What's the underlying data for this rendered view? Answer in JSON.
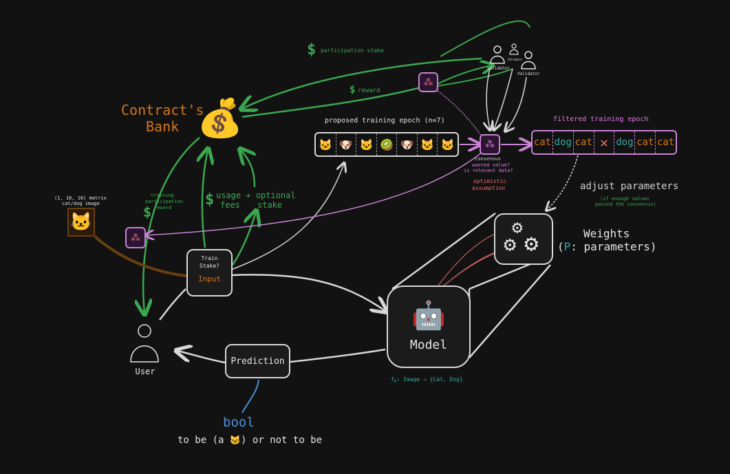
{
  "bank": {
    "line1": "Contract's",
    "line2": "Bank"
  },
  "labels": {
    "participation_stake": "participation stake",
    "reward": "reward",
    "proposed_epoch": "proposed training epoch (n=7)",
    "filtered_epoch": "filtered training epoch",
    "consensus": "consensus",
    "wanted_value": "wanted value?",
    "relevant_data": "is relevant data?",
    "optimistic1": "optimistic",
    "optimistic2": "assumption",
    "adjust": "adjust parameters",
    "adjust_note1": "(if enough values",
    "adjust_note2": "passed the consensus)",
    "weights1": "Weights",
    "weights2a": "(",
    "weights2p": "P",
    "weights2b": ": parameters)",
    "matrix1": "(1, 16, 16) matrix",
    "matrix2": "cat/dog image",
    "tpr1": "training",
    "tpr2": "participation",
    "tpr3": "reward",
    "usage1": "usage + optional",
    "usage2a": "fees",
    "usage2b": "stake",
    "train1": "Train",
    "train2": "Stake?",
    "input": "Input",
    "model": "Model",
    "prediction": "Prediction",
    "user": "User",
    "fp_a": "f",
    "fp_sub": "P",
    "fp_b": ": Image → {Cat, Dog}",
    "bool": "bool",
    "tobe_a": "to be (a ",
    "tobe_icon": "🐱",
    "tobe_b": ") or not to be",
    "validator1": "Validator",
    "validator2": "Validator",
    "validator3": "Validator"
  },
  "proposed_cells": [
    "🐱",
    "🐶",
    "🐱",
    "🥝",
    "🐶",
    "🐱",
    "🐱"
  ],
  "filtered_cells": [
    {
      "text": "cat",
      "color": "#d4761c"
    },
    {
      "text": "dog",
      "color": "#3aa8a0"
    },
    {
      "text": "cat",
      "color": "#d4761c"
    },
    {
      "text": "✕",
      "color": "#f06a6a"
    },
    {
      "text": "dog",
      "color": "#3aa8a0"
    },
    {
      "text": "cat",
      "color": "#d4761c"
    },
    {
      "text": "cat",
      "color": "#d4761c"
    }
  ],
  "icons": {
    "money_bag": "💰",
    "dollar": "$",
    "robot": "🤖",
    "gears": "⚙",
    "cat_image": "🐱",
    "network": "⁂"
  },
  "colors": {
    "background": "#121212",
    "green": "#3aa84f",
    "orange": "#d4761c",
    "pink": "#e07be8",
    "blue": "#4a90d9",
    "line": "#d8d8d8",
    "brown": "#6b4010"
  }
}
